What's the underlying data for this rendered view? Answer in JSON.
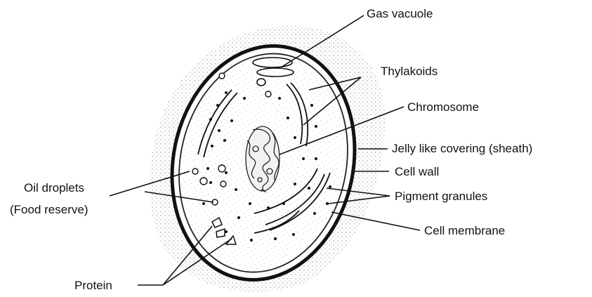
{
  "labels": {
    "gas_vacuole": "Gas vacuole",
    "thylakoids": "Thylakoids",
    "chromosome": "Chromosome",
    "sheath": "Jelly like covering (sheath)",
    "cell_wall": "Cell wall",
    "pigment_granules": "Pigment granules",
    "cell_membrane": "Cell membrane",
    "oil_droplets": "Oil droplets",
    "food_reserve": "(Food reserve)",
    "protein": "Protein"
  }
}
